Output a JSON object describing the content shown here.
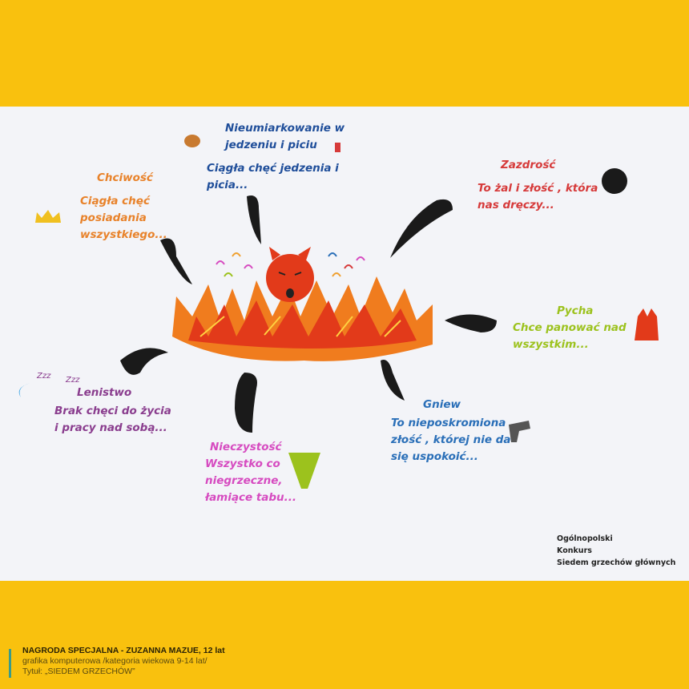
{
  "colors": {
    "background": "#f9c10e",
    "paper": "#f3f4f8",
    "accent_bar": "#3a9b8a"
  },
  "sins": [
    {
      "name": "Chciwość",
      "lines": [
        "Ciągła chęć",
        "posiadania",
        "wszystkiego..."
      ],
      "color": "#e8822a",
      "icon": "crown-icon"
    },
    {
      "name_lines": [
        "Nieumiarkowanie w",
        "jedzeniu i piciu"
      ],
      "lines": [
        "Ciągła chęć jedzenia i",
        "picia..."
      ],
      "color": "#1f4e9a",
      "icon": "burger-icon"
    },
    {
      "name": "Zazdrość",
      "lines": [
        "To żal i złość , która",
        "nas  dręczy..."
      ],
      "color": "#d63a3a",
      "icon": "bomb-icon"
    },
    {
      "name": "Pycha",
      "lines": [
        "Chce panować nad",
        "wszystkim..."
      ],
      "color": "#9cc21d",
      "icon": "cape-icon"
    },
    {
      "name": "Gniew",
      "lines": [
        "To nieposkromiona",
        "złość , której nie da",
        "się uspokoić..."
      ],
      "color": "#2a6fb8",
      "icon": "gun-icon"
    },
    {
      "name": "Nieczystość",
      "lines": [
        "Wszystko co",
        "niegrzeczne,",
        "łamiące tabu..."
      ],
      "color": "#d64bc0",
      "icon": "underwear-icon"
    },
    {
      "name": "Lenistwo",
      "lines": [
        "Brak chęci do życia",
        "i pracy nad sobą..."
      ],
      "color": "#8a3d8e",
      "icon": "moon-icon"
    }
  ],
  "sleep_text": "Zzz",
  "contest": [
    "Ogólnopolski",
    "Konkurs",
    "Siedem grzechów głównych"
  ],
  "credit": {
    "title": "NAGRODA SPECJALNA - ZUZANNA MAZUE, 12 lat",
    "category": "grafika komputerowa /kategoria wiekowa 9-14 lat/",
    "work_title": "Tytuł: „SIEDEM GRZECHÓW”"
  }
}
